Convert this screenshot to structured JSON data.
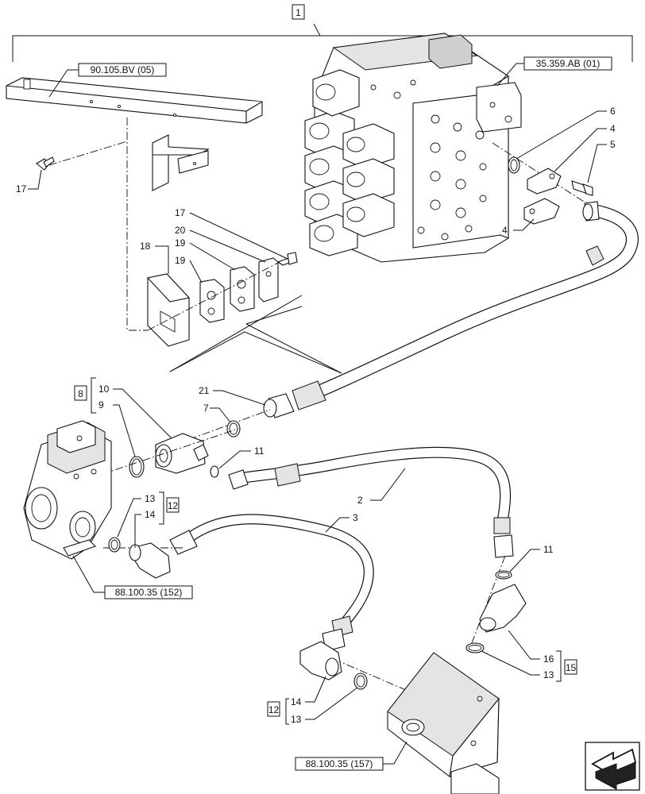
{
  "assembly_number": "1",
  "refs": {
    "frame": "90.105.BV (05)",
    "valve": "35.359.AB (01)",
    "left_block": "88.100.35 (152)",
    "bottom_block": "88.100.35 (157)"
  },
  "groups": {
    "g8": "8",
    "g12_top": "12",
    "g12_bottom": "12",
    "g15": "15"
  },
  "callouts": {
    "c17a": "17",
    "c6": "6",
    "c4a": "4",
    "c5": "5",
    "c4b": "4",
    "c17b": "17",
    "c20": "20",
    "c18": "18",
    "c19a": "19",
    "c19b": "19",
    "c21": "21",
    "c7": "7",
    "c10": "10",
    "c9": "9",
    "c11a": "11",
    "c2": "2",
    "c3": "3",
    "c13a": "13",
    "c14a": "14",
    "c11b": "11",
    "c16": "16",
    "c13b": "13",
    "c14b": "14",
    "c13c": "13"
  },
  "icons": {
    "nav": "next-page-arrow-icon"
  }
}
